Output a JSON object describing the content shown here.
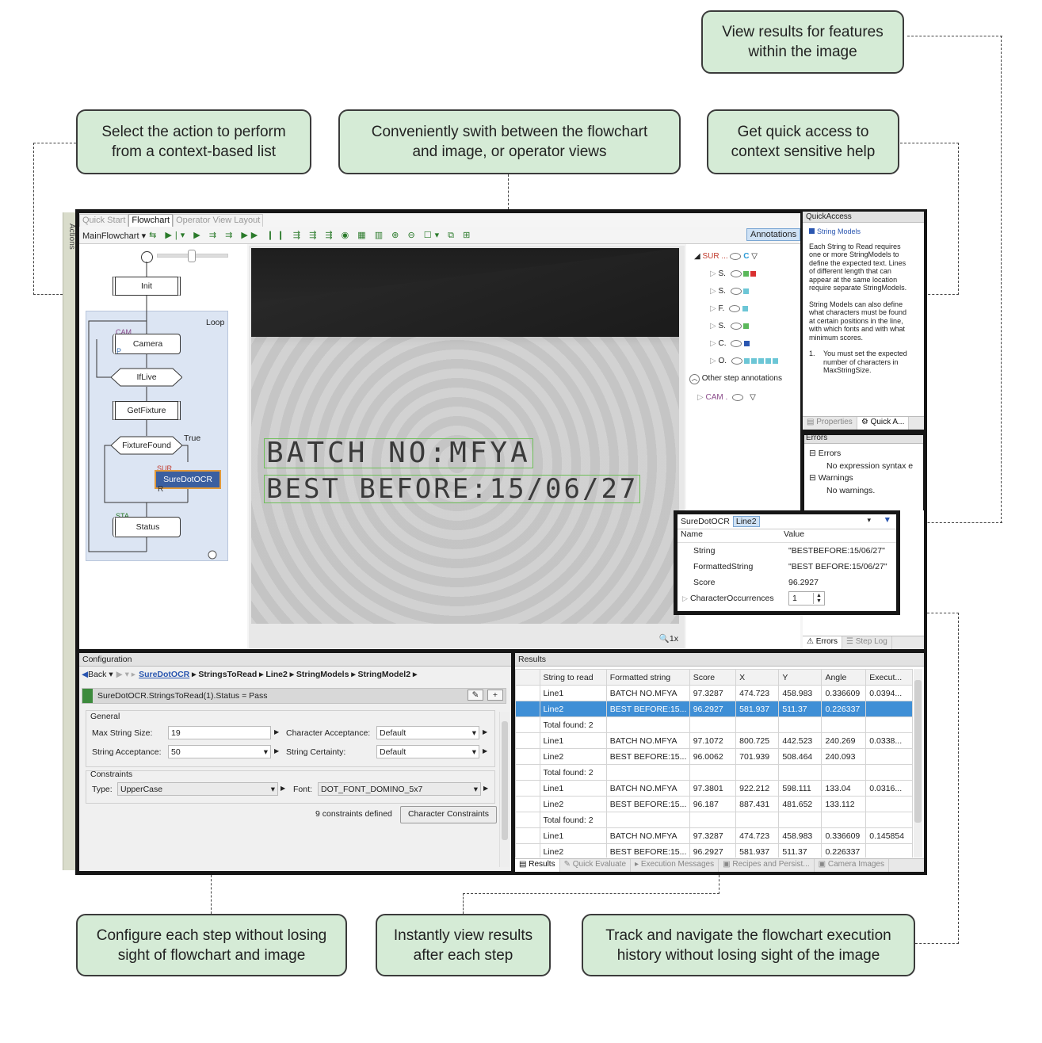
{
  "callouts": {
    "view_results": "View results for features\nwithin the image",
    "select_action": "Select the action to perform\nfrom a context-based list",
    "switch_views": "Conveniently swith between the flowchart\nand image, or operator views",
    "help": "Get quick access to\ncontext sensitive help",
    "configure": "Configure each step without losing\nsight of flowchart and image",
    "instant_results": "Instantly view results\nafter each step",
    "track": "Track and navigate the flowchart execution\nhistory without losing sight of the image"
  },
  "sidebar": {
    "label": "Actions"
  },
  "tabs": [
    "Quick Start",
    "Flowchart",
    "Operator View Layout"
  ],
  "toolbar": {
    "flowchart_select": "MainFlowchart",
    "annotations_button": "Annotations"
  },
  "flowchart": {
    "loop_label": "Loop",
    "true_label": "True",
    "nodes": {
      "init": "Init",
      "camera": "Camera",
      "iflive": "IfLive",
      "getfixture": "GetFixture",
      "fixturefound": "FixtureFound",
      "suredotocr": "SureDotOCR",
      "status": "Status"
    },
    "badges": {
      "cam": "CAM",
      "sur": "SUR",
      "sta": "STA",
      "p": "P",
      "r": "R"
    }
  },
  "image": {
    "line1": "BATCH NO:MFYA",
    "line2": "BEST BEFORE:15/06/27",
    "zoom": "1x"
  },
  "annotations": {
    "top_item": "SUR ...",
    "rows": [
      "S.",
      "S.",
      "F.",
      "S.",
      "C.",
      "O."
    ],
    "other_steps": "Other step annotations",
    "cam_item": "CAM ."
  },
  "quick_access": {
    "title": "QuickAccess",
    "heading": "String Models",
    "para1": "Each String to Read requires one or more StringModels to define the expected text. Lines of different length that can appear at the same location require separate StringModels.",
    "para2": "String Models can also define what characters must be found at certain positions in the line, with which fonts and with what minimum scores.",
    "list_num": "1.",
    "list_item": "You must set the expected number of characters in MaxStringSize.",
    "tab_properties": "Properties",
    "tab_quick": "Quick A..."
  },
  "errors_panel": {
    "title": "Errors",
    "errors_node": "Errors",
    "errors_child": "No expression syntax e",
    "warnings_node": "Warnings",
    "warnings_child": "No warnings.",
    "tab_errors": "Errors",
    "tab_steplog": "Step Log"
  },
  "popup": {
    "tab1": "SureDotOCR",
    "tab2": "Line2",
    "col_name": "Name",
    "col_value": "Value",
    "rows": [
      {
        "name": "String",
        "value": "\"BESTBEFORE:15/06/27\""
      },
      {
        "name": "FormattedString",
        "value": "\"BEST BEFORE:15/06/27\""
      },
      {
        "name": "Score",
        "value": "96.2927"
      },
      {
        "name": "CharacterOccurrences",
        "value": "1"
      }
    ]
  },
  "configuration": {
    "title": "Configuration",
    "back": "Back",
    "breadcrumb": [
      "SureDotOCR",
      "StringsToRead",
      "Line2",
      "StringModels",
      "StringModel2"
    ],
    "status": "SureDotOCR.StringsToRead(1).Status = Pass",
    "general": "General",
    "max_string_size_label": "Max String Size:",
    "max_string_size": "19",
    "char_acceptance_label": "Character Acceptance:",
    "char_acceptance": "Default",
    "string_acceptance_label": "String Acceptance:",
    "string_acceptance": "50",
    "string_certainty_label": "String Certainty:",
    "string_certainty": "Default",
    "constraints": "Constraints",
    "type_label": "Type:",
    "type": "UpperCase",
    "font_label": "Font:",
    "font": "DOT_FONT_DOMINO_5x7",
    "constraints_count": "9 constraints defined",
    "char_constraints_button": "Character Constraints"
  },
  "results": {
    "title": "Results",
    "columns": [
      "String to read",
      "Formatted string",
      "Score",
      "X",
      "Y",
      "Angle",
      "Execut..."
    ],
    "rows": [
      [
        "Line1",
        "BATCH NO.MFYA",
        "97.3287",
        "474.723",
        "458.983",
        "0.336609",
        "0.0394..."
      ],
      [
        "Line2",
        "BEST BEFORE:15...",
        "96.2927",
        "581.937",
        "511.37",
        "0.226337",
        ""
      ],
      [
        "Total found: 2",
        "",
        "",
        "",
        "",
        "",
        ""
      ],
      [
        "Line1",
        "BATCH NO.MFYA",
        "97.1072",
        "800.725",
        "442.523",
        "240.269",
        "0.0338..."
      ],
      [
        "Line2",
        "BEST BEFORE:15...",
        "96.0062",
        "701.939",
        "508.464",
        "240.093",
        ""
      ],
      [
        "Total found: 2",
        "",
        "",
        "",
        "",
        "",
        ""
      ],
      [
        "Line1",
        "BATCH NO.MFYA",
        "97.3801",
        "922.212",
        "598.111",
        "133.04",
        "0.0316..."
      ],
      [
        "Line2",
        "BEST BEFORE:15...",
        "96.187",
        "887.431",
        "481.652",
        "133.112",
        ""
      ],
      [
        "Total found: 2",
        "",
        "",
        "",
        "",
        "",
        ""
      ],
      [
        "Line1",
        "BATCH NO.MFYA",
        "97.3287",
        "474.723",
        "458.983",
        "0.336609",
        "0.145854"
      ],
      [
        "Line2",
        "BEST BEFORE:15...",
        "96.2927",
        "581.937",
        "511.37",
        "0.226337",
        ""
      ]
    ],
    "selected_row": 1,
    "bottom_tabs": [
      "Results",
      "Quick Evaluate",
      "Execution Messages",
      "Recipes and Persist...",
      "Camera Images"
    ]
  },
  "colors": {
    "callout_bg": "#d5ebd6",
    "selection": "#3f8fd6",
    "ocr_box": "#3a6fb0",
    "ocr_line": "#6fbf5a"
  }
}
